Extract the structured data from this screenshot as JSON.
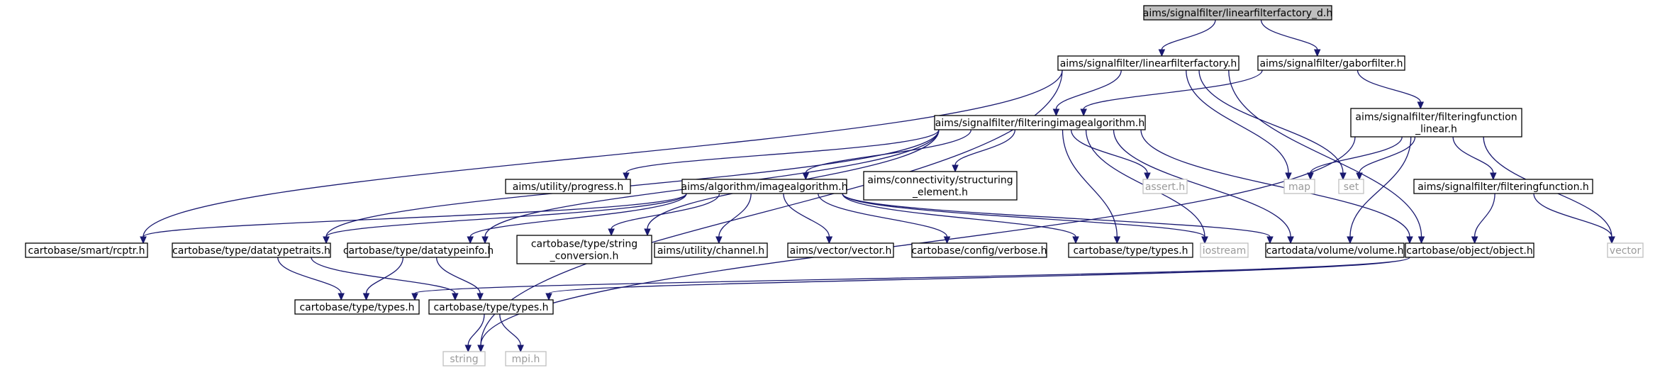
{
  "diagram": {
    "colors": {
      "edge": "#191970",
      "root_fill": "#bfbfbf",
      "border": "#000000",
      "external_border": "#bfbfbf",
      "external_text": "#9a9a9a"
    },
    "nodes": [
      {
        "id": "root",
        "kind": "root",
        "label": [
          "aims/signalfilter/linearfilterfactory_d.h"
        ]
      },
      {
        "id": "lff",
        "kind": "header",
        "label": [
          "aims/signalfilter/linearfilterfactory.h"
        ]
      },
      {
        "id": "gabor",
        "kind": "header",
        "label": [
          "aims/signalfilter/gaborfilter.h"
        ]
      },
      {
        "id": "fia",
        "kind": "header",
        "label": [
          "aims/signalfilter/filteringimagealgorithm.h"
        ]
      },
      {
        "id": "ffl",
        "kind": "header",
        "label": [
          "aims/signalfilter/filteringfunction",
          "_linear.h"
        ]
      },
      {
        "id": "ff",
        "kind": "header",
        "label": [
          "aims/signalfilter/filteringfunction.h"
        ]
      },
      {
        "id": "prog",
        "kind": "header",
        "label": [
          "aims/utility/progress.h"
        ]
      },
      {
        "id": "ia",
        "kind": "header",
        "label": [
          "aims/algorithm/imagealgorithm.h"
        ]
      },
      {
        "id": "struct",
        "kind": "header",
        "label": [
          "aims/connectivity/structuring",
          "_element.h"
        ]
      },
      {
        "id": "assert",
        "kind": "external",
        "label": [
          "assert.h"
        ]
      },
      {
        "id": "map",
        "kind": "external",
        "label": [
          "map"
        ]
      },
      {
        "id": "set",
        "kind": "external",
        "label": [
          "set"
        ]
      },
      {
        "id": "vector",
        "kind": "external",
        "label": [
          "vector"
        ]
      },
      {
        "id": "rcptr",
        "kind": "header",
        "label": [
          "cartobase/smart/rcptr.h"
        ]
      },
      {
        "id": "dtt",
        "kind": "header",
        "label": [
          "cartobase/type/datatypetraits.h"
        ]
      },
      {
        "id": "dti",
        "kind": "header",
        "label": [
          "cartobase/type/datatypeinfo.h"
        ]
      },
      {
        "id": "strc",
        "kind": "header",
        "label": [
          "cartobase/type/string",
          "_conversion.h"
        ]
      },
      {
        "id": "chan",
        "kind": "header",
        "label": [
          "aims/utility/channel.h"
        ]
      },
      {
        "id": "vec",
        "kind": "header",
        "label": [
          "aims/vector/vector.h"
        ]
      },
      {
        "id": "verb",
        "kind": "header",
        "label": [
          "cartobase/config/verbose.h"
        ]
      },
      {
        "id": "types1",
        "kind": "header",
        "label": [
          "cartobase/type/types.h"
        ]
      },
      {
        "id": "ios",
        "kind": "external",
        "label": [
          "iostream"
        ]
      },
      {
        "id": "vol",
        "kind": "header",
        "label": [
          "cartodata/volume/volume.h"
        ]
      },
      {
        "id": "obj",
        "kind": "header",
        "label": [
          "cartobase/object/object.h"
        ]
      },
      {
        "id": "types2",
        "kind": "header",
        "label": [
          "cartobase/type/types.h"
        ]
      },
      {
        "id": "types3",
        "kind": "header",
        "label": [
          "cartobase/type/types.h"
        ]
      },
      {
        "id": "string",
        "kind": "external",
        "label": [
          "string"
        ]
      },
      {
        "id": "mpi",
        "kind": "external",
        "label": [
          "mpi.h"
        ]
      }
    ],
    "edges": [
      [
        "root",
        "lff"
      ],
      [
        "root",
        "gabor"
      ],
      [
        "lff",
        "fia"
      ],
      [
        "lff",
        "map"
      ],
      [
        "lff",
        "set"
      ],
      [
        "lff",
        "obj"
      ],
      [
        "lff",
        "rcptr"
      ],
      [
        "lff",
        "string"
      ],
      [
        "gabor",
        "fia"
      ],
      [
        "gabor",
        "ffl"
      ],
      [
        "fia",
        "prog"
      ],
      [
        "fia",
        "ia"
      ],
      [
        "fia",
        "struct"
      ],
      [
        "fia",
        "assert"
      ],
      [
        "fia",
        "dtt"
      ],
      [
        "fia",
        "dti"
      ],
      [
        "fia",
        "strc"
      ],
      [
        "fia",
        "types1"
      ],
      [
        "fia",
        "ios"
      ],
      [
        "fia",
        "vol"
      ],
      [
        "fia",
        "obj"
      ],
      [
        "ffl",
        "map"
      ],
      [
        "ffl",
        "set"
      ],
      [
        "ffl",
        "ff"
      ],
      [
        "ffl",
        "vector"
      ],
      [
        "ffl",
        "vol"
      ],
      [
        "ffl",
        "string"
      ],
      [
        "ff",
        "obj"
      ],
      [
        "ff",
        "vector"
      ],
      [
        "ia",
        "rcptr"
      ],
      [
        "ia",
        "dtt"
      ],
      [
        "ia",
        "dti"
      ],
      [
        "ia",
        "strc"
      ],
      [
        "ia",
        "chan"
      ],
      [
        "ia",
        "vec"
      ],
      [
        "ia",
        "verb"
      ],
      [
        "ia",
        "types1"
      ],
      [
        "ia",
        "ios"
      ],
      [
        "ia",
        "vol"
      ],
      [
        "dtt",
        "types2"
      ],
      [
        "dtt",
        "types3"
      ],
      [
        "dti",
        "types2"
      ],
      [
        "dti",
        "types3"
      ],
      [
        "obj",
        "types2"
      ],
      [
        "obj",
        "types3"
      ],
      [
        "types3",
        "string"
      ],
      [
        "types3",
        "mpi"
      ]
    ]
  }
}
